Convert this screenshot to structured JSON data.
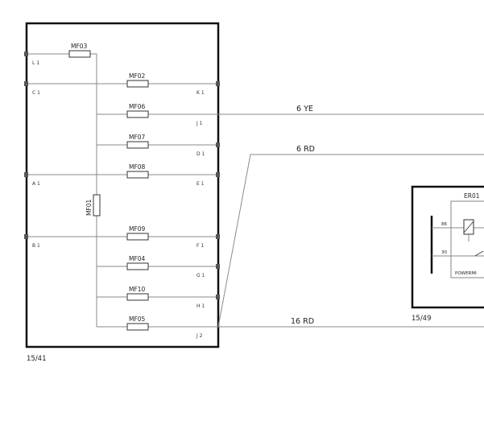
{
  "fuse_box": {
    "ref": "15/41",
    "fuses": {
      "mf03": "MF03",
      "mf02": "MF02",
      "mf06": "MF06",
      "mf07": "MF07",
      "mf08": "MF08",
      "mf09": "MF09",
      "mf04": "MF04",
      "mf10": "MF10",
      "mf05": "MF05",
      "mf01": "MF01"
    },
    "pins_left": {
      "l1": "L 1",
      "c1": "C 1",
      "a1": "A 1",
      "b1": "B 1"
    },
    "pins_right": {
      "k1": "K 1",
      "j1": "J 1",
      "d1": "D 1",
      "e1": "E 1",
      "f1": "F 1",
      "g1": "G 1",
      "h1": "H 1",
      "j2": "J 2"
    }
  },
  "wires": {
    "w1": "6  YE",
    "w2": "6  RD",
    "w3": "16  RD"
  },
  "relay_box": {
    "ref": "15/49",
    "name": "ER01",
    "pin86": "86",
    "pin30": "30",
    "label": "POWERMI"
  }
}
